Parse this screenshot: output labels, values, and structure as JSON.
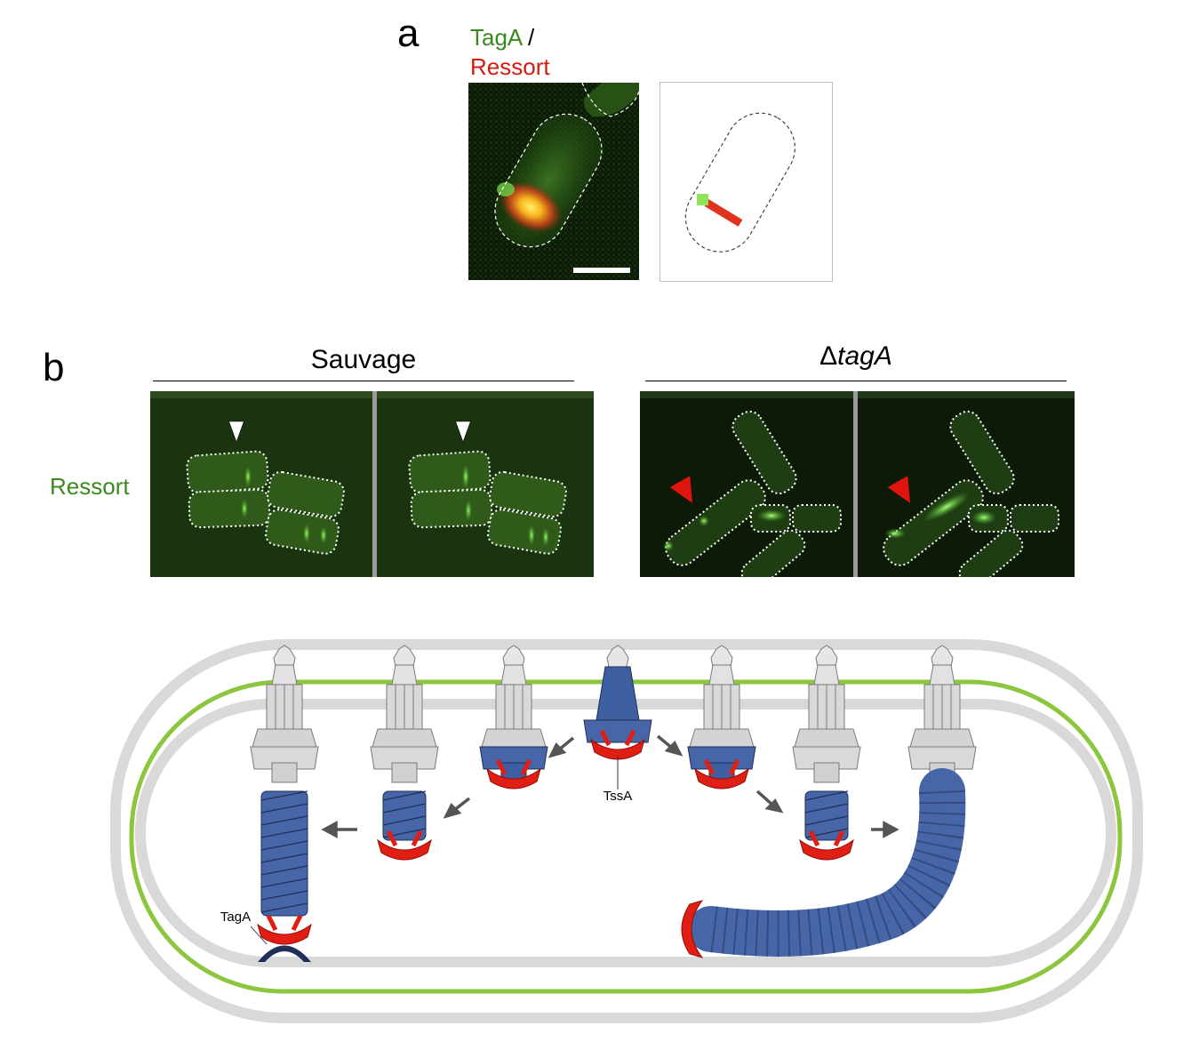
{
  "panel_a": {
    "letter": "a",
    "label_protein1": "TagA",
    "label_separator": " /",
    "label_protein2": "Ressort"
  },
  "panel_b": {
    "letter": "b",
    "row_label": "Ressort",
    "group_wildtype": "Sauvage",
    "group_mutant_delta": "Δ",
    "group_mutant_gene": "tagA"
  },
  "model": {
    "label_tssa": "TssA",
    "label_taga": "TagA"
  },
  "colors": {
    "green_label": "#3a8a1f",
    "red_label": "#d41b10",
    "baseplate_red": "#e01e14",
    "tube_blue": "#3f5fa3",
    "membrane_gray": "#d9d9d9",
    "membrane_green": "#8cc63f",
    "arrow_gray": "#555555"
  }
}
